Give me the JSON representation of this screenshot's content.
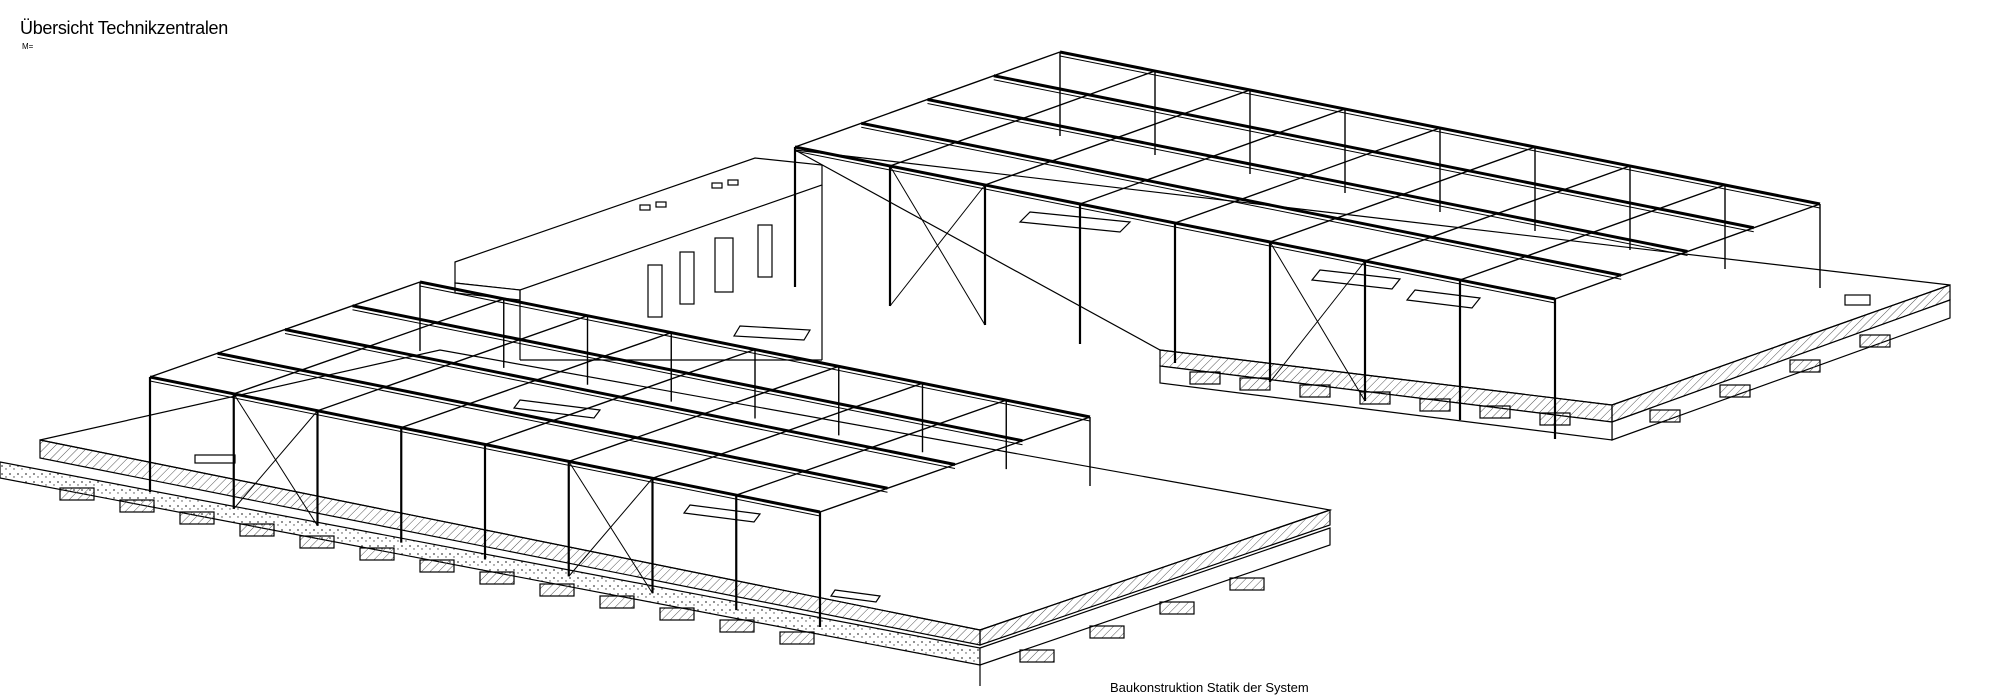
{
  "drawing": {
    "title": "Übersicht Technikzentralen",
    "scale_label": "M=",
    "bottom_note": "Baukonstruktion Statik der System"
  },
  "colors": {
    "line": "#000000",
    "background": "#ffffff",
    "hatch": "#555555"
  }
}
